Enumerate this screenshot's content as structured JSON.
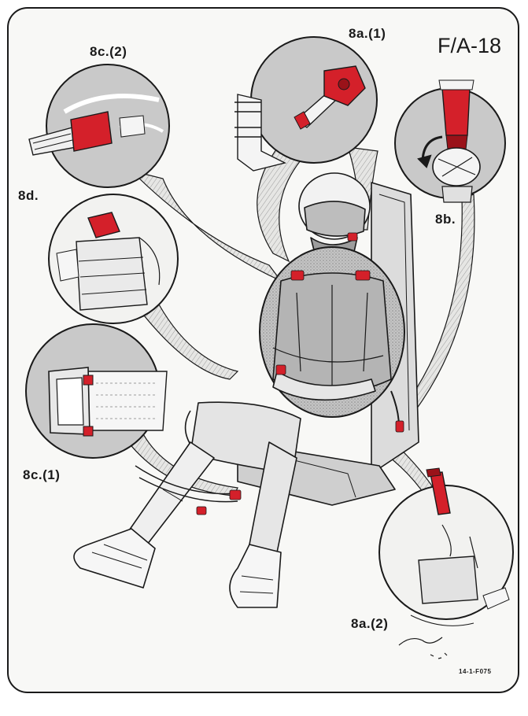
{
  "aircraft": "F/A-18",
  "figure_code": "14-1-F075",
  "callouts": {
    "c8_2": "8c.(2)",
    "a8_1": "8a.(1)",
    "b8": "8b.",
    "d8": "8d.",
    "c8_1": "8c.(1)",
    "a8_2": "8a.(2)"
  },
  "colors": {
    "highlight": "#d4202a",
    "ink": "#1a1a1a",
    "shade": "#a9a9a9",
    "paper": "#f8f8f6"
  }
}
